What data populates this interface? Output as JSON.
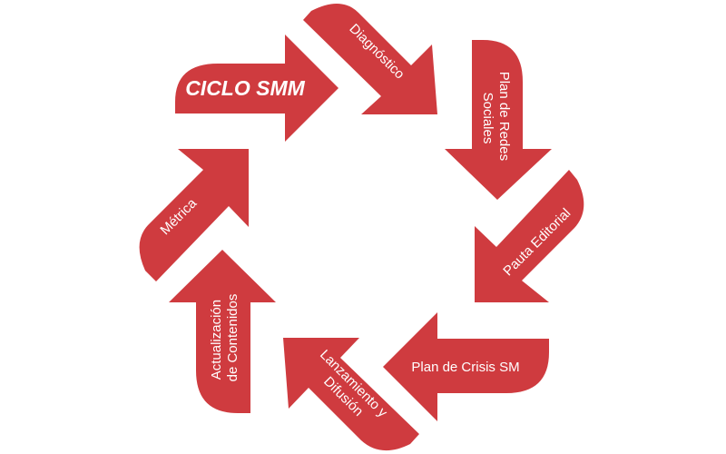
{
  "diagram": {
    "title": "CICLO SMM",
    "accent_color": "#cf3b3f",
    "text_color": "#ffffff",
    "steps": [
      {
        "id": "diagnostico",
        "lines": [
          "Diagnóstico"
        ]
      },
      {
        "id": "plan-redes-sociales",
        "lines": [
          "Plan de Redes",
          "Sociales"
        ]
      },
      {
        "id": "pauta-editorial",
        "lines": [
          "Pauta Editorial"
        ]
      },
      {
        "id": "plan-crisis",
        "lines": [
          "Plan de Crisis SM"
        ]
      },
      {
        "id": "lanzamiento-difusion",
        "lines": [
          "Lanzamiento y",
          "Difusión"
        ]
      },
      {
        "id": "actualizacion-contenidos",
        "lines": [
          "Actualización",
          "de Contenidos"
        ]
      },
      {
        "id": "metrica",
        "lines": [
          "Métrica"
        ]
      }
    ]
  }
}
